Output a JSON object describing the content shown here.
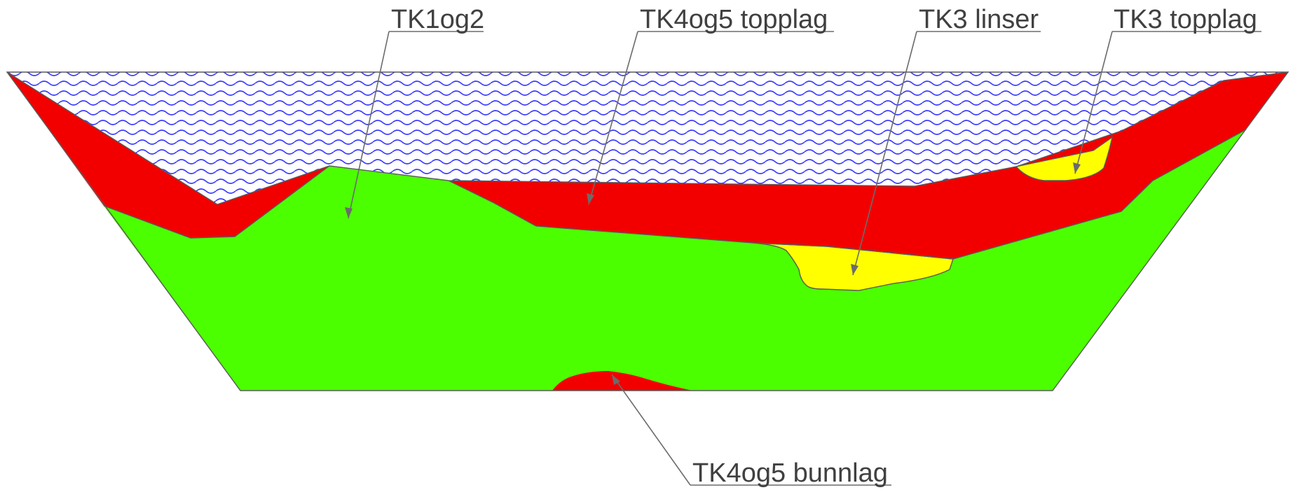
{
  "labels": {
    "tk1og2": "TK1og2",
    "tk4og5_topplag": "TK4og5 topplag",
    "tk3_linser": "TK3 linser",
    "tk3_topplag": "TK3 topplag",
    "tk4og5_bunnlag": "TK4og5 bunnlag"
  },
  "colors": {
    "water_fill": "#ffffff",
    "water_waves": "#3a3aff",
    "red_layer": "#f20000",
    "green_layer": "#4cff00",
    "yellow_layer": "#ffff00",
    "outline": "#5a5a5a",
    "leader": "#6b6b6b",
    "text": "#404040"
  }
}
